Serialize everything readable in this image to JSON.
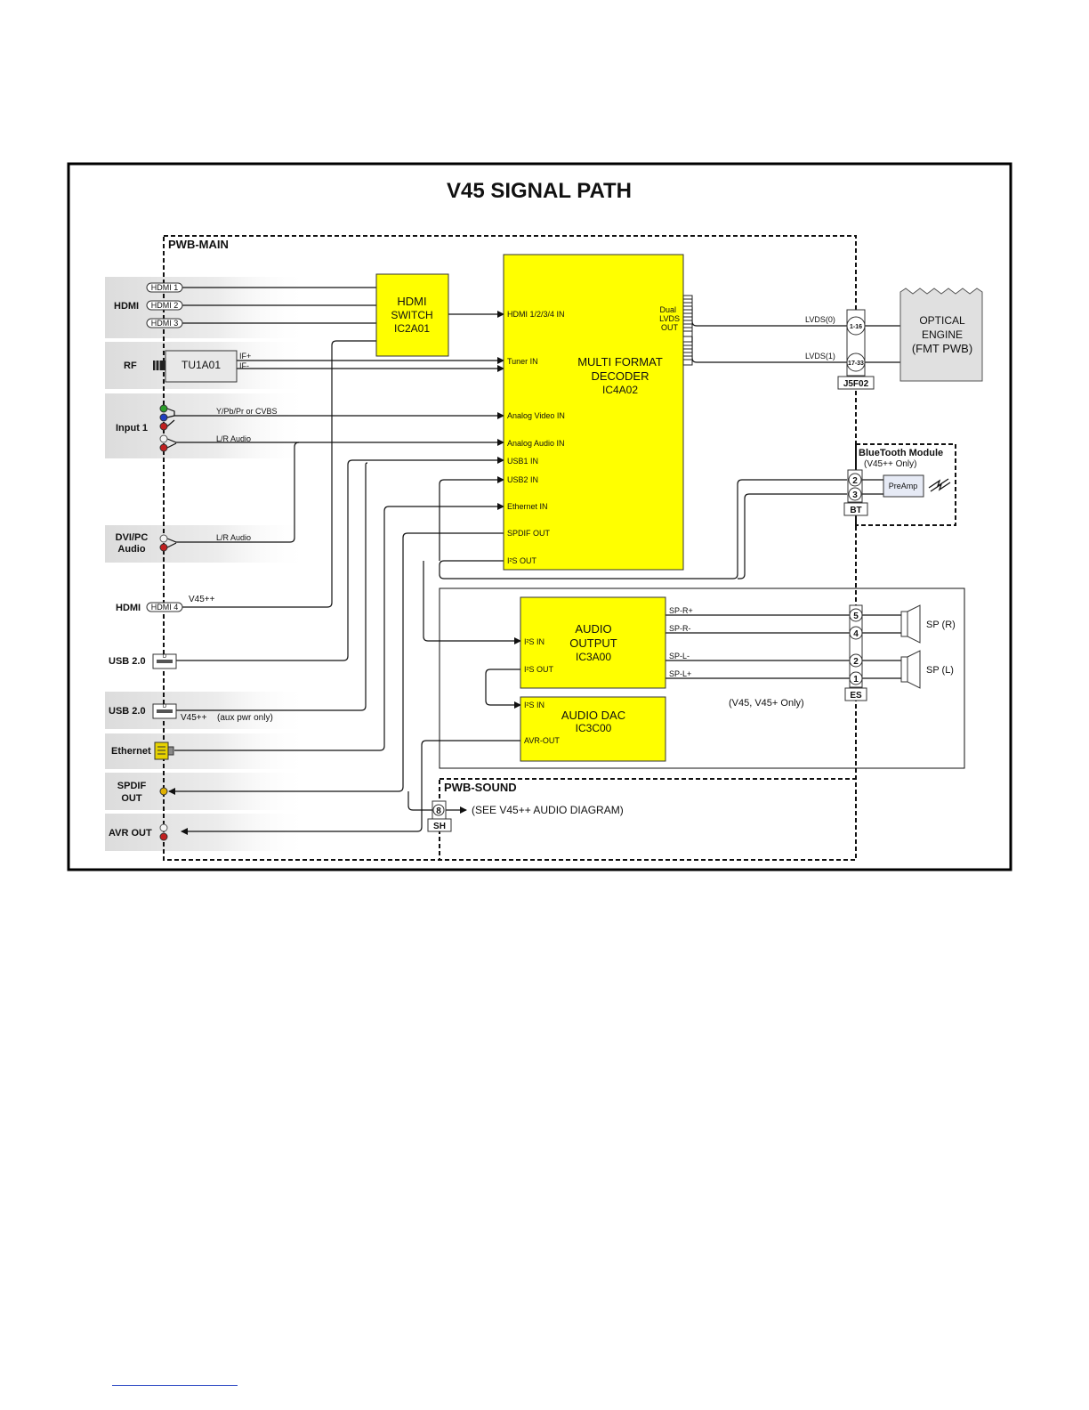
{
  "title": "V45 SIGNAL PATH",
  "boards": {
    "main": "PWB-MAIN",
    "sound": "PWB-SOUND",
    "bluetooth": "BlueTooth Module",
    "bluetooth_note": "(V45++ Only)"
  },
  "inputs": {
    "hdmi_group": "HDMI",
    "hdmi_ports": [
      "HDMI 1",
      "HDMI 2",
      "HDMI 3"
    ],
    "rf": "RF",
    "tuner": "TU1A01",
    "if_plus": "IF+",
    "if_minus": "IF-",
    "input1": "Input 1",
    "ypbpr": "Y/Pb/Pr or CVBS",
    "lr_audio": "L/R Audio",
    "dvi_pc": "DVI/PC",
    "dvi_pc2": "Audio",
    "hdmi4_group": "HDMI",
    "hdmi4": "HDMI 4",
    "v45pp": "V45++",
    "usb1": "USB 2.0",
    "usb2": "USB 2.0",
    "usb2_note": "V45++",
    "usb2_aux": "(aux pwr only)",
    "ethernet": "Ethernet",
    "spdif": "SPDIF",
    "spdif2": "OUT",
    "avr": "AVR OUT"
  },
  "hdmi_switch": {
    "l1": "HDMI",
    "l2": "SWITCH",
    "l3": "IC2A01"
  },
  "decoder": {
    "l1": "MULTI FORMAT",
    "l2": "DECODER",
    "l3": "IC4A02",
    "ports": [
      "HDMI 1/2/3/4 IN",
      "Tuner IN",
      "Analog Video IN",
      "Analog Audio IN",
      "USB1 IN",
      "USB2 IN",
      "Ethernet IN",
      "SPDIF OUT",
      "I²S OUT"
    ],
    "lvds": [
      "Dual",
      "LVDS",
      "OUT"
    ]
  },
  "lvds": {
    "lvds0": "LVDS(0)",
    "lvds1": "LVDS(1)",
    "pin0": "1-16",
    "pin1": "17-33",
    "connector": "J5F02"
  },
  "optical": {
    "l1": "OPTICAL",
    "l2": "ENGINE",
    "l3": "(FMT PWB)"
  },
  "bt": {
    "pin2": "2",
    "pin3": "3",
    "preamp": "PreAmp",
    "connector": "BT"
  },
  "audio_out": {
    "l1": "AUDIO",
    "l2": "OUTPUT",
    "l3": "IC3A00",
    "i2s_in": "I²S IN",
    "i2s_out": "I²S OUT"
  },
  "audio_dac": {
    "l1": "AUDIO DAC",
    "l2": "IC3C00",
    "i2s_in": "I²S IN",
    "avr_out": "AVR-OUT"
  },
  "speakers": {
    "spr_plus": "SP-R+",
    "spr_minus": "SP-R-",
    "spl_minus": "SP-L-",
    "spl_plus": "SP-L+",
    "pins": [
      "5",
      "4",
      "2",
      "1"
    ],
    "connector": "ES",
    "right": "SP (R)",
    "left": "SP (L)",
    "note": "(V45, V45+ Only)"
  },
  "sound": {
    "pin": "8",
    "connector": "SH",
    "see": "(SEE V45++ AUDIO DIAGRAM)"
  }
}
